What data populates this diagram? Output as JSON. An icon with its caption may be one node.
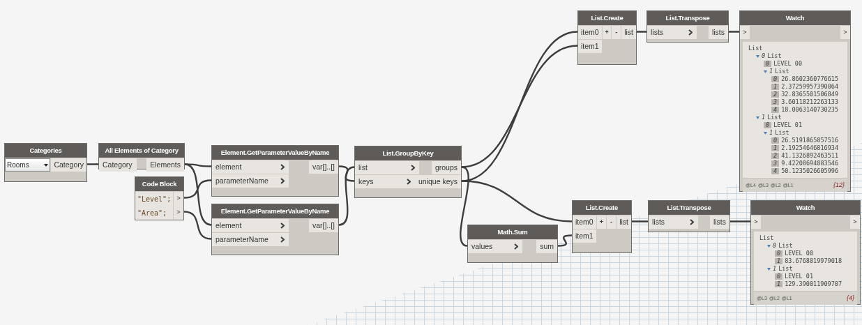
{
  "diagram": {
    "nodes": [
      {
        "text": [
          "Categories",
          "Rooms",
          "Category"
        ]
      },
      {
        "text": [
          "All Elements of Category",
          "Category",
          "Elements"
        ]
      },
      {
        "text": [
          "Code Block",
          "\"Level\";",
          "\"Area\";",
          ">",
          ">"
        ]
      },
      {
        "text": [
          "Element.GetParameterValueByName",
          "element",
          "parameterName",
          "var[]..[]"
        ]
      },
      {
        "text": [
          "Element.GetParameterValueByName",
          "element",
          "parameterName",
          "var[]..[]"
        ]
      },
      {
        "text": [
          "List.GroupByKey",
          "list",
          "keys",
          "groups",
          "unique keys"
        ]
      },
      {
        "text": [
          "Math.Sum",
          "values",
          "sum"
        ]
      },
      {
        "text": [
          "List.Create",
          "item0",
          "item1",
          "+",
          "-",
          "list"
        ]
      },
      {
        "text": [
          "List.Transpose",
          "lists",
          "lists"
        ]
      },
      {
        "text": [
          "Watch",
          ">",
          ">",
          "List",
          "0",
          "List",
          "0",
          "LEVEL 00",
          "1",
          "List",
          "0",
          "26.8602360776615",
          "1",
          "2.37259957390064",
          "2",
          "32.8365501506849",
          "3",
          "3.60118212263133",
          "4",
          "18.0063140730235",
          "1",
          "List",
          "0",
          "LEVEL 01",
          "1",
          "List",
          "0",
          "26.5191865857516",
          "1",
          "2.19254646816934",
          "2",
          "41.1326892463511",
          "3",
          "9.42208694883546",
          "4",
          "50.1235026605996",
          "@L4",
          "@L3",
          "@L2",
          "@L1",
          "{12}"
        ]
      },
      {
        "text": [
          "List.Create",
          "item0",
          "item1",
          "+",
          "-",
          "list"
        ]
      },
      {
        "text": [
          "List.Transpose",
          "lists",
          "lists"
        ]
      },
      {
        "text": [
          "Watch",
          ">",
          ">",
          "List",
          "0",
          "List",
          "0",
          "LEVEL 00",
          "1",
          "83.6768819979018",
          "1",
          "List",
          "0",
          "LEVEL 01",
          "1",
          "129.390011909707",
          "@L3",
          "@L2",
          "@L1",
          "{4}"
        ]
      }
    ],
    "edges": [
      {
        "from": 0,
        "to": 1,
        "arrow": "none"
      },
      {
        "from": 1,
        "to": 3,
        "arrow": "none"
      },
      {
        "from": 1,
        "to": 4,
        "arrow": "none"
      },
      {
        "from": 2,
        "to": 3,
        "arrow": "none"
      },
      {
        "from": 2,
        "to": 4,
        "arrow": "none"
      },
      {
        "from": 3,
        "to": 5,
        "arrow": "none"
      },
      {
        "from": 4,
        "to": 5,
        "arrow": "none"
      },
      {
        "from": 5,
        "to": 7,
        "arrow": "none"
      },
      {
        "from": 5,
        "to": 7,
        "arrow": "none"
      },
      {
        "from": 5,
        "to": 6,
        "arrow": "none"
      },
      {
        "from": 5,
        "to": 10,
        "arrow": "none"
      },
      {
        "from": 6,
        "to": 10,
        "arrow": "none"
      },
      {
        "from": 7,
        "to": 8,
        "arrow": "none"
      },
      {
        "from": 8,
        "to": 9,
        "arrow": "none"
      },
      {
        "from": 10,
        "to": 11,
        "arrow": "none"
      },
      {
        "from": 11,
        "to": 12,
        "arrow": "none"
      }
    ]
  }
}
